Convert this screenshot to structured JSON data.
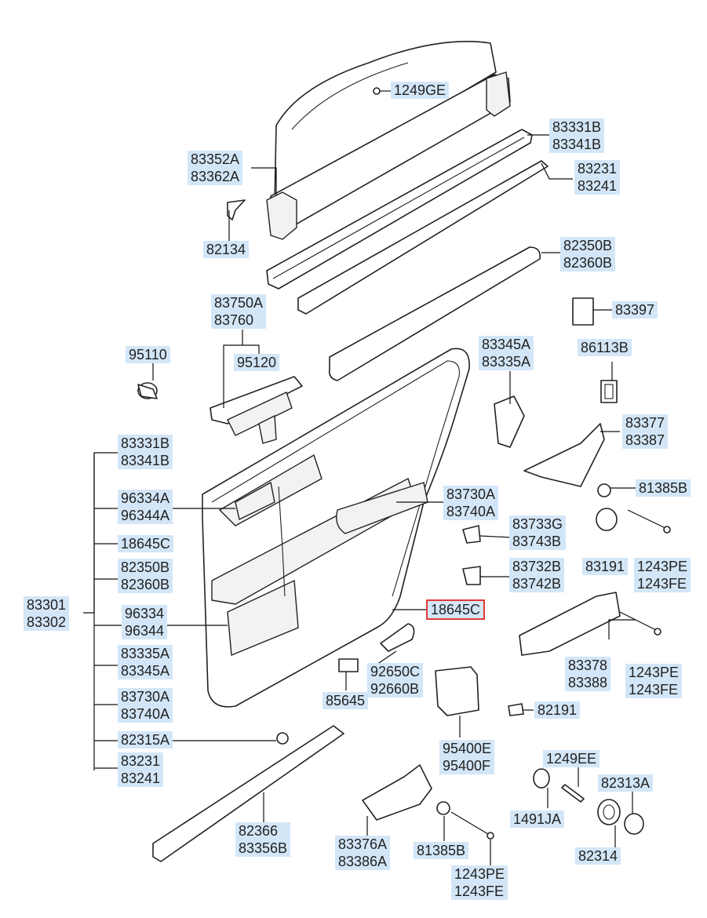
{
  "callouts": [
    {
      "id": "c1249ge",
      "lines": [
        "1249GE"
      ]
    },
    {
      "id": "c83352a",
      "lines": [
        "83352A",
        "83362A"
      ]
    },
    {
      "id": "c83331b_top",
      "lines": [
        "83331B",
        "83341B"
      ]
    },
    {
      "id": "c83231_top",
      "lines": [
        "83231",
        "83241"
      ]
    },
    {
      "id": "c82134",
      "lines": [
        "82134"
      ]
    },
    {
      "id": "c82350b_top",
      "lines": [
        "82350B",
        "82360B"
      ]
    },
    {
      "id": "c83750a",
      "lines": [
        "83750A",
        "83760"
      ]
    },
    {
      "id": "c83397",
      "lines": [
        "83397"
      ]
    },
    {
      "id": "c95110",
      "lines": [
        "95110"
      ]
    },
    {
      "id": "c95120",
      "lines": [
        "95120"
      ]
    },
    {
      "id": "c83345a_top",
      "lines": [
        "83345A",
        "83335A"
      ]
    },
    {
      "id": "c86113b",
      "lines": [
        "86113B"
      ]
    },
    {
      "id": "c83377",
      "lines": [
        "83377",
        "83387"
      ]
    },
    {
      "id": "c81385b_r",
      "lines": [
        "81385B"
      ]
    },
    {
      "id": "c83730a_r",
      "lines": [
        "83730A",
        "83740A"
      ]
    },
    {
      "id": "c83733g",
      "lines": [
        "83733G",
        "83743B"
      ]
    },
    {
      "id": "c83191",
      "lines": [
        "83191"
      ]
    },
    {
      "id": "c1243pe_r1",
      "lines": [
        "1243PE",
        "1243FE"
      ]
    },
    {
      "id": "c83732b",
      "lines": [
        "83732B",
        "83742B"
      ]
    },
    {
      "id": "c18645c_r",
      "lines": [
        "18645C"
      ],
      "selected": true
    },
    {
      "id": "c83378",
      "lines": [
        "83378",
        "83388"
      ]
    },
    {
      "id": "c1243pe_r2",
      "lines": [
        "1243PE",
        "1243FE"
      ]
    },
    {
      "id": "c92650c",
      "lines": [
        "92650C",
        "92660B"
      ]
    },
    {
      "id": "c85645",
      "lines": [
        "85645"
      ]
    },
    {
      "id": "c82191",
      "lines": [
        "82191"
      ]
    },
    {
      "id": "c95400e",
      "lines": [
        "95400E",
        "95400F"
      ]
    },
    {
      "id": "c1249ee",
      "lines": [
        "1249EE"
      ]
    },
    {
      "id": "c82313a",
      "lines": [
        "82313A"
      ]
    },
    {
      "id": "c1491ja",
      "lines": [
        "1491JA"
      ]
    },
    {
      "id": "c82314",
      "lines": [
        "82314"
      ]
    },
    {
      "id": "c82366",
      "lines": [
        "82366",
        "83356B"
      ]
    },
    {
      "id": "c83376a",
      "lines": [
        "83376A",
        "83386A"
      ]
    },
    {
      "id": "c81385b_b",
      "lines": [
        "81385B"
      ]
    },
    {
      "id": "c1243pe_b",
      "lines": [
        "1243PE",
        "1243FE"
      ]
    },
    {
      "id": "c83301",
      "lines": [
        "83301",
        "83302"
      ]
    },
    {
      "id": "t83331b",
      "lines": [
        "83331B",
        "83341B"
      ]
    },
    {
      "id": "t96334a",
      "lines": [
        "96334A",
        "96344A"
      ]
    },
    {
      "id": "t18645c",
      "lines": [
        "18645C"
      ]
    },
    {
      "id": "t82350b",
      "lines": [
        "82350B",
        "82360B"
      ]
    },
    {
      "id": "t96334",
      "lines": [
        "96334",
        "96344"
      ]
    },
    {
      "id": "t83335a",
      "lines": [
        "83335A",
        "83345A"
      ]
    },
    {
      "id": "t83730a",
      "lines": [
        "83730A",
        "83740A"
      ]
    },
    {
      "id": "t82315a",
      "lines": [
        "82315A"
      ]
    },
    {
      "id": "t83231",
      "lines": [
        "83231",
        "83241"
      ]
    }
  ],
  "colors": {
    "label_bg": "#d3e6f7",
    "selected_border": "#e53935",
    "line": "#222222"
  }
}
